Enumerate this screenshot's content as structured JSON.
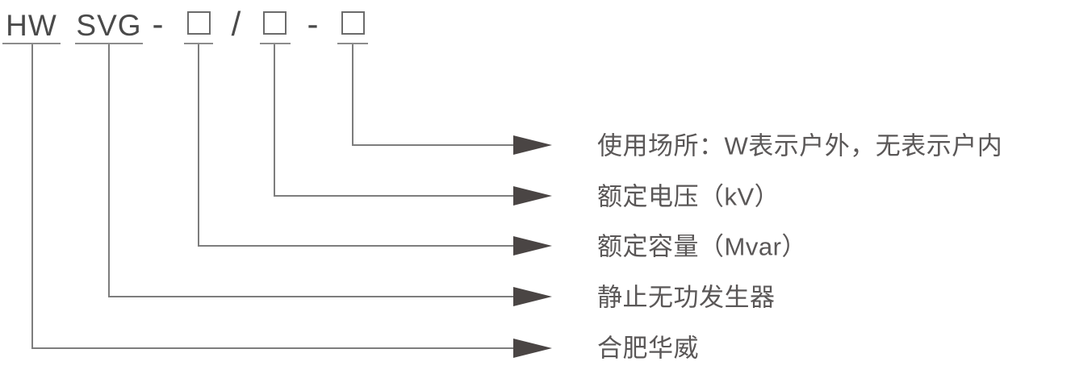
{
  "model_code": {
    "prefix": "HW",
    "series": "SVG",
    "dash1": "-",
    "slash": "/",
    "dash2": "-",
    "placeholder_icon": "placeholder-box"
  },
  "legend": {
    "rows": [
      {
        "label": "使用场所：W表示户外，无表示户内"
      },
      {
        "label": "额定电压（kV）"
      },
      {
        "label": "额定容量（Mvar）"
      },
      {
        "label": "静止无功发生器"
      },
      {
        "label": "合肥华威"
      }
    ]
  },
  "colors": {
    "code_text": "#4a4a4a",
    "label_text": "#5a5757",
    "line": "#7d7d7d",
    "underline": "#8c8c8c",
    "arrow": "#4a4544",
    "background": "#ffffff"
  }
}
